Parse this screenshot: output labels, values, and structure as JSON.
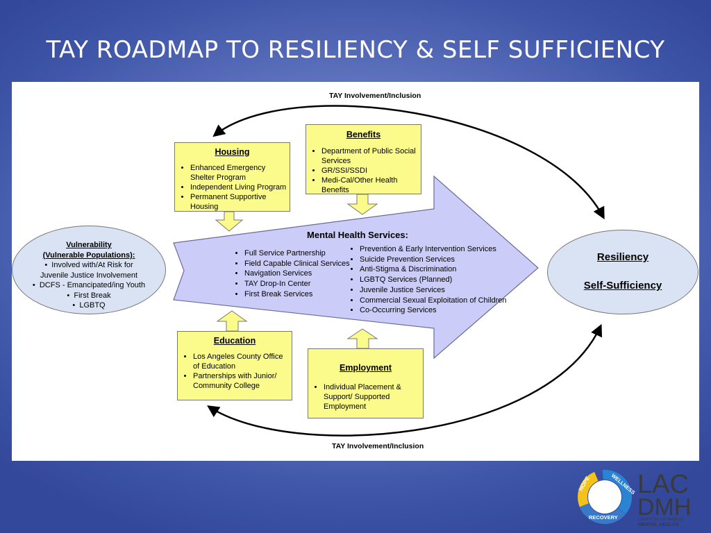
{
  "slide": {
    "title": "TAY ROADMAP TO RESILIENCY & SELF SUFFICIENCY"
  },
  "diagram": {
    "involvement_top": "TAY Involvement/Inclusion",
    "involvement_bottom": "TAY Involvement/Inclusion",
    "vulnerability": {
      "heading_1": "Vulnerability",
      "heading_2": "(Vulnerable Populations):",
      "items": [
        "Involved with/At Risk for",
        "Juvenile Justice Involvement",
        "DCFS - Emancipated/ing Youth",
        "First Break",
        "LGBTQ"
      ]
    },
    "outcome": {
      "line_1": "Resiliency",
      "line_2": "Self-Sufficiency"
    },
    "housing": {
      "title": "Housing",
      "items": [
        "Enhanced Emergency Shelter Program",
        "Independent Living Program",
        "Permanent Supportive Housing"
      ]
    },
    "benefits": {
      "title": "Benefits",
      "items": [
        "Department of Public Social Services",
        "GR/SSI/SSDI",
        "Medi-Cal/Other Health Benefits"
      ]
    },
    "education": {
      "title": "Education",
      "items": [
        "Los Angeles County Office of Education",
        "Partnerships with Junior/ Community College"
      ]
    },
    "employment": {
      "title": "Employment",
      "items": [
        "Individual Placement & Support/ Supported Employment"
      ]
    },
    "mental_health": {
      "title": "Mental Health Services:",
      "left_items": [
        "Full Service Partnership",
        "Field Capable Clinical Services",
        "Navigation Services",
        "TAY Drop-In Center",
        "First Break Services"
      ],
      "right_items": [
        "Prevention & Early Intervention Services",
        "Suicide Prevention Services",
        "Anti-Stigma & Discrimination",
        "LGBTQ Services (Planned)",
        "Juvenile Justice Services",
        "Commercial Sexual Exploitation of Children",
        "Co-Occurring Services"
      ]
    }
  },
  "logo": {
    "ring_words": [
      "HOPE",
      "WELLNESS",
      "RECOVERY"
    ],
    "line_1": "LAC",
    "line_2": "DMH",
    "line_3": "COUNTY OF LOS ANGELES",
    "line_4": "MENTAL HEALTH"
  },
  "colors": {
    "box_yellow": "#fbfb8c",
    "arrow_lavender": "#ccccf8",
    "oval_blue": "#d9e3f3"
  }
}
